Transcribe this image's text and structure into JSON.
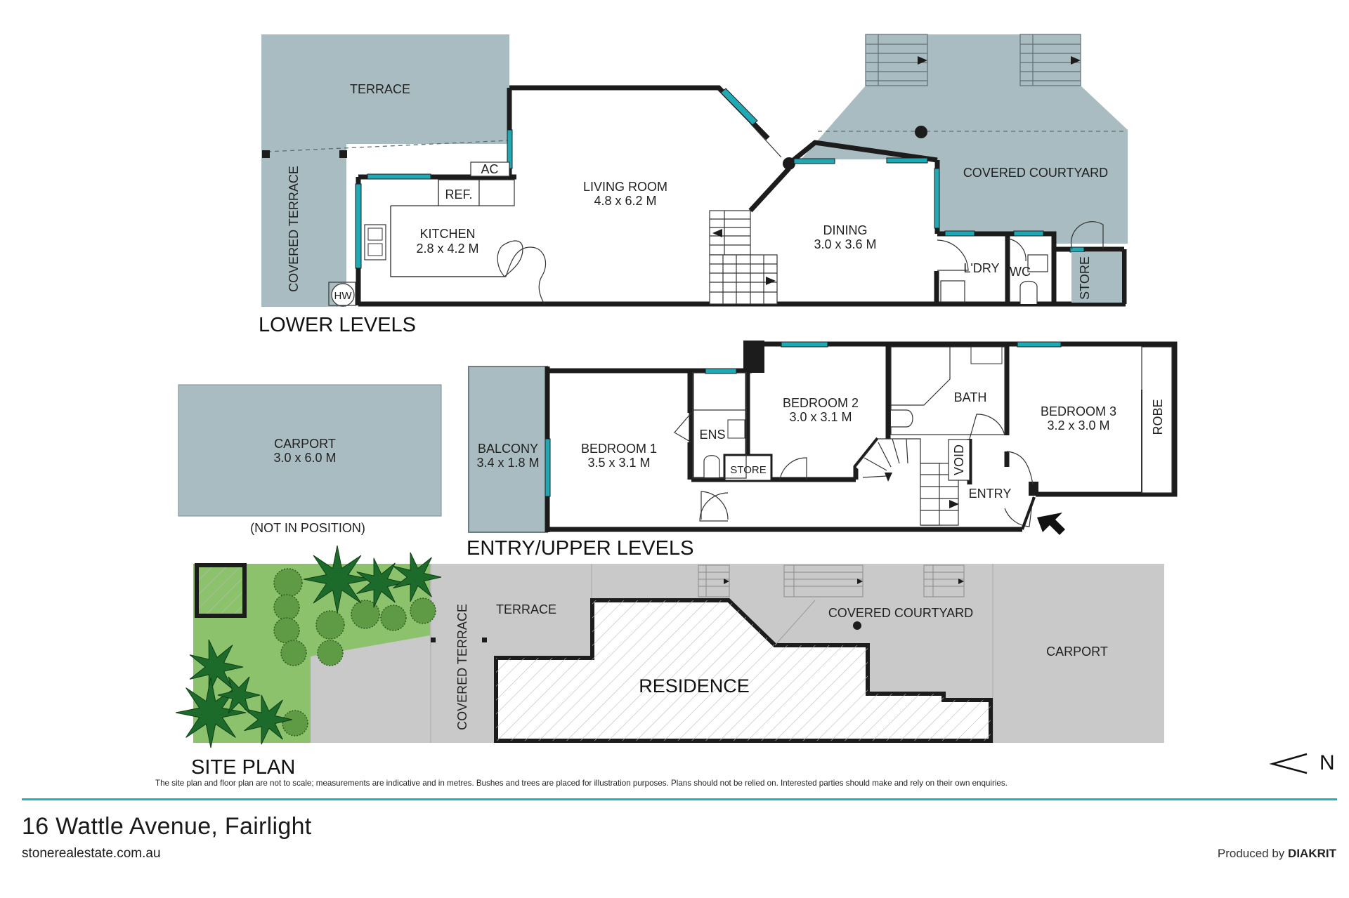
{
  "lower": {
    "section_title": "LOWER LEVELS",
    "terrace": "TERRACE",
    "covered_terrace": "COVERED TERRACE",
    "ac": "AC",
    "ref": "REF.",
    "hw": "HW",
    "kitchen": "KITCHEN",
    "kitchen_dim": "2.8 x 4.2 M",
    "living": "LIVING ROOM",
    "living_dim": "4.8 x 6.2 M",
    "dining": "DINING",
    "dining_dim": "3.0 x 3.6 M",
    "courtyard": "COVERED COURTYARD",
    "laundry": "L'DRY",
    "wc": "WC",
    "store": "STORE"
  },
  "upper": {
    "section_title": "ENTRY/UPPER LEVELS",
    "carport": "CARPORT",
    "carport_dim": "3.0 x 6.0 M",
    "not_in_position": "(NOT IN POSITION)",
    "balcony": "BALCONY",
    "balcony_dim": "3.4 x 1.8 M",
    "bed1": "BEDROOM 1",
    "bed1_dim": "3.5 x 3.1 M",
    "ens": "ENS",
    "store": "STORE",
    "bed2": "BEDROOM 2",
    "bed2_dim": "3.0 x 3.1 M",
    "bath": "BATH",
    "void": "VOID",
    "entry": "ENTRY",
    "bed3": "BEDROOM 3",
    "bed3_dim": "3.2 x 3.0 M",
    "robe": "ROBE"
  },
  "site": {
    "section_title": "SITE PLAN",
    "terrace": "TERRACE",
    "covered_terrace": "COVERED TERRACE",
    "courtyard": "COVERED COURTYARD",
    "residence": "RESIDENCE",
    "carport": "CARPORT"
  },
  "north": "N",
  "disclaimer": "The site plan and floor plan are not to scale; measurements are indicative and in metres. Bushes and trees are placed for illustration purposes. Plans should not be relied on. Interested parties should make and rely on their own enquiries.",
  "footer": {
    "address": "16 Wattle Avenue, Fairlight",
    "website": "stonerealestate.com.au",
    "produced_prefix": "Produced by",
    "produced_brand": "DIAKRIT"
  },
  "colors": {
    "wall": "#1c1c1c",
    "outdoor_teal": "#a9bcc1",
    "window": "#1fa9b4",
    "site_grey": "#c9c9c9",
    "garden": "#8dc26d",
    "tree": "#1d6b2a",
    "accent_line": "#1fb3b8"
  }
}
